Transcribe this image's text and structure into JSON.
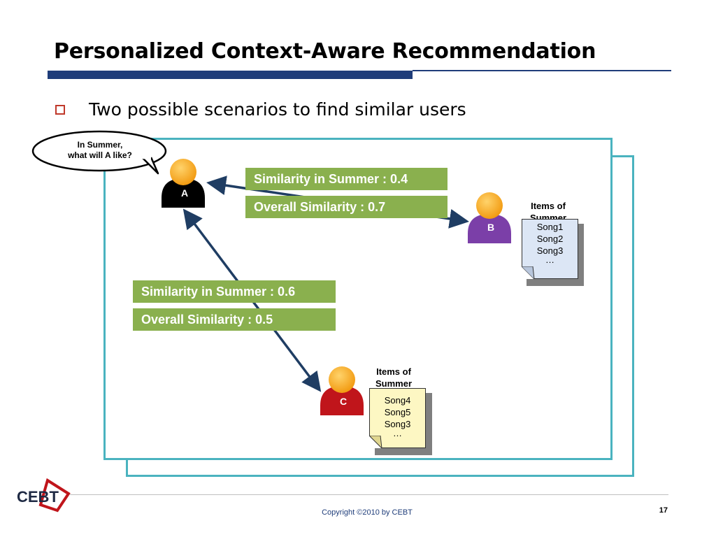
{
  "title": "Personalized Context-Aware Recommendation",
  "bullet": "Two possible scenarios to find similar users",
  "bubble": {
    "line1": "In Summer,",
    "line2": "what will A like?"
  },
  "users": {
    "a": "A",
    "b": "B",
    "c": "C"
  },
  "relation_ab": {
    "summer": "Similarity in Summer : 0.4",
    "overall": "Overall Similarity : 0.7"
  },
  "relation_ac": {
    "summer": "Similarity in Summer : 0.6",
    "overall": "Overall Similarity : 0.5"
  },
  "items_b": {
    "caption_line1": "Items of",
    "caption_line2": "Summer",
    "songs": [
      "Song1",
      "Song2",
      "Song3",
      "…"
    ]
  },
  "items_c": {
    "caption_line1": "Items of",
    "caption_line2": "Summer",
    "songs": [
      "Song4",
      "Song5",
      "Song3",
      "…"
    ]
  },
  "colors": {
    "title_bar": "#1f3d7a",
    "frame": "#4ab3bf",
    "label_green": "#8ab04e",
    "user_a": "#000000",
    "user_b": "#7b3fa8",
    "user_c": "#c0151b",
    "head": "#f5a623",
    "arrow": "#1f3d63",
    "doc_b": "#dce6f5",
    "doc_c": "#fdf7c3"
  },
  "footer": {
    "logo_text": "CEBT",
    "copyright": "Copyright ©2010 by CEBT",
    "page": "17"
  }
}
